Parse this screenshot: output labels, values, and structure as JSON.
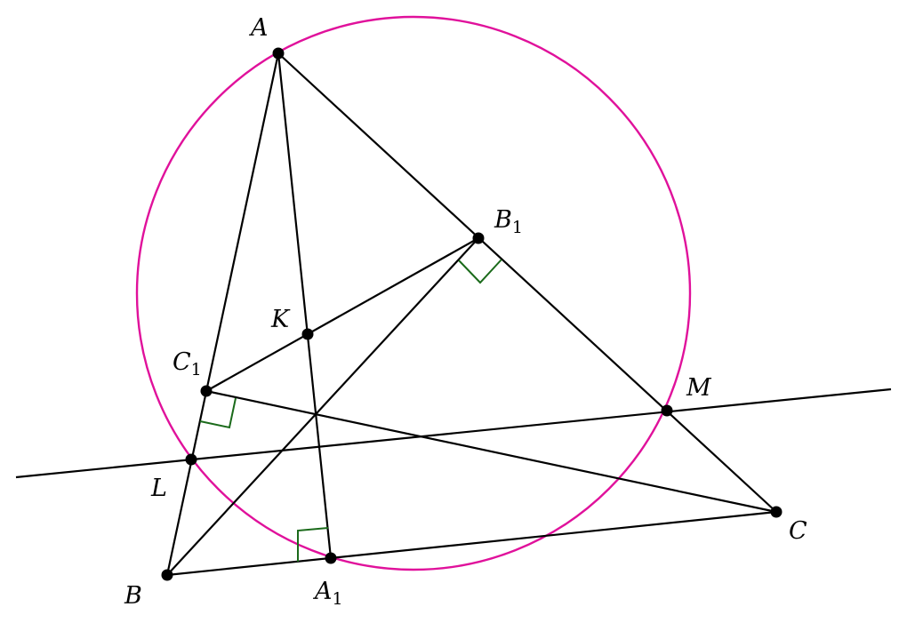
{
  "colors": {
    "circle": "#e0119b",
    "lines": "#000000",
    "right_angle_marks": "#1a6a1a",
    "points": "#000000"
  },
  "labels": {
    "A": {
      "main": "A",
      "sub": ""
    },
    "B": {
      "main": "B",
      "sub": ""
    },
    "C": {
      "main": "C",
      "sub": ""
    },
    "A1": {
      "main": "A",
      "sub": "1"
    },
    "B1": {
      "main": "B",
      "sub": "1"
    },
    "C1": {
      "main": "C",
      "sub": "1"
    },
    "K": {
      "main": "K",
      "sub": ""
    },
    "L": {
      "main": "L",
      "sub": ""
    },
    "M": {
      "main": "M",
      "sub": ""
    }
  }
}
